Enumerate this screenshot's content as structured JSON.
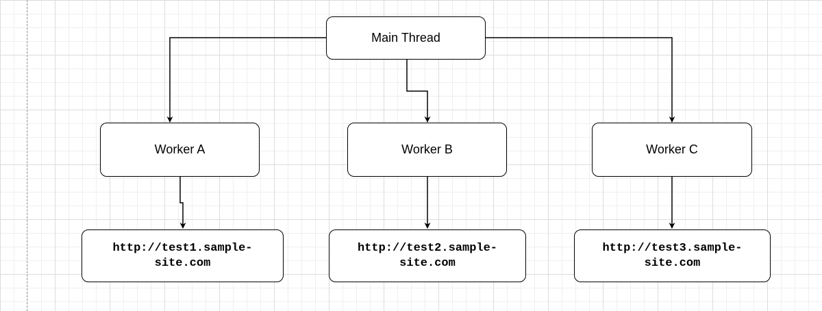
{
  "diagram": {
    "main": {
      "label": "Main Thread"
    },
    "workers": [
      {
        "label": "Worker A",
        "url_line1": "http://test1.sample-",
        "url_line2": "site.com"
      },
      {
        "label": "Worker B",
        "url_line1": "http://test2.sample-",
        "url_line2": "site.com"
      },
      {
        "label": "Worker C",
        "url_line1": "http://test3.sample-",
        "url_line2": "site.com"
      }
    ],
    "colors": {
      "stroke": "#000000",
      "node_fill": "#ffffff",
      "grid": "#dcdcdc",
      "background": "#ffffff"
    }
  }
}
